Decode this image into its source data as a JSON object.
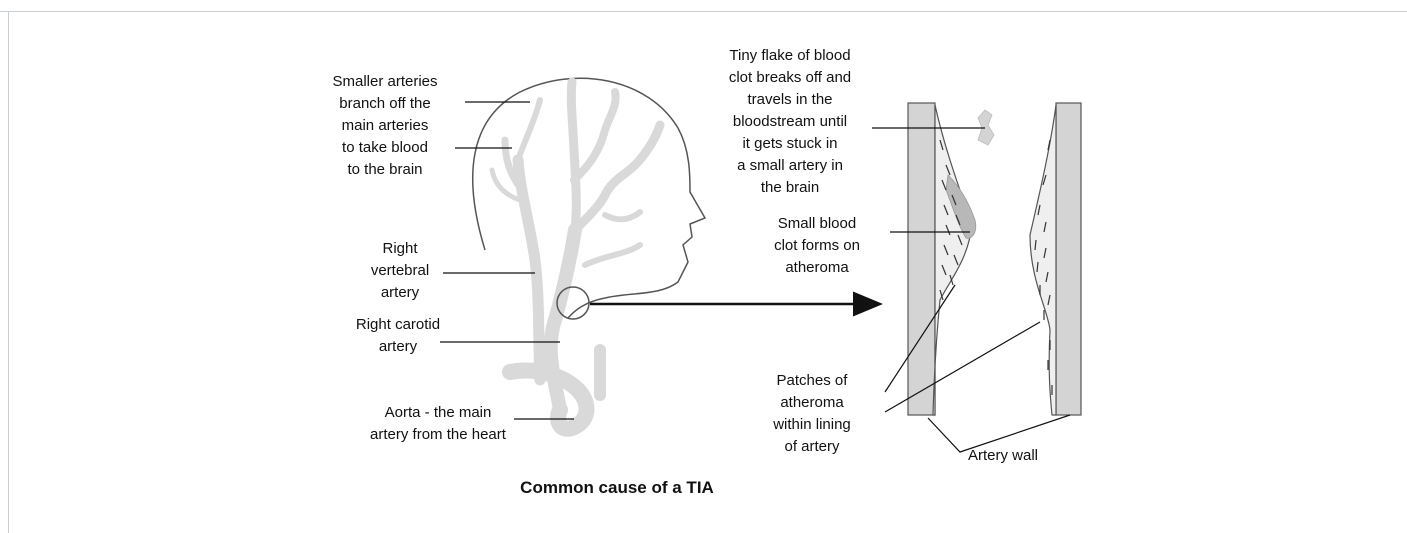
{
  "diagram": {
    "labels": {
      "smaller_arteries": [
        "Smaller arteries",
        "branch off the",
        "main arteries",
        "to take blood",
        "to the brain"
      ],
      "right_vertebral": [
        "Right",
        "vertebral",
        "artery"
      ],
      "right_carotid": [
        "Right carotid",
        "artery"
      ],
      "aorta": [
        "Aorta - the main",
        "artery from the heart"
      ],
      "tiny_flake": [
        "Tiny flake of blood",
        "clot breaks off and",
        "travels in the",
        "bloodstream until",
        "it gets stuck in",
        "a small artery in",
        "the brain"
      ],
      "small_clot": [
        "Small blood",
        "clot forms on",
        "atheroma"
      ],
      "patches": [
        "Patches of",
        "atheroma",
        "within lining",
        "of artery"
      ],
      "artery_wall": "Artery wall"
    },
    "caption": "Common cause of a TIA",
    "colors": {
      "outline": "#555555",
      "artery_fill": "#d9d9d9",
      "wall_fill": "#d4d4d4",
      "clot_fill": "#b8b8b8",
      "text": "#111111"
    }
  }
}
